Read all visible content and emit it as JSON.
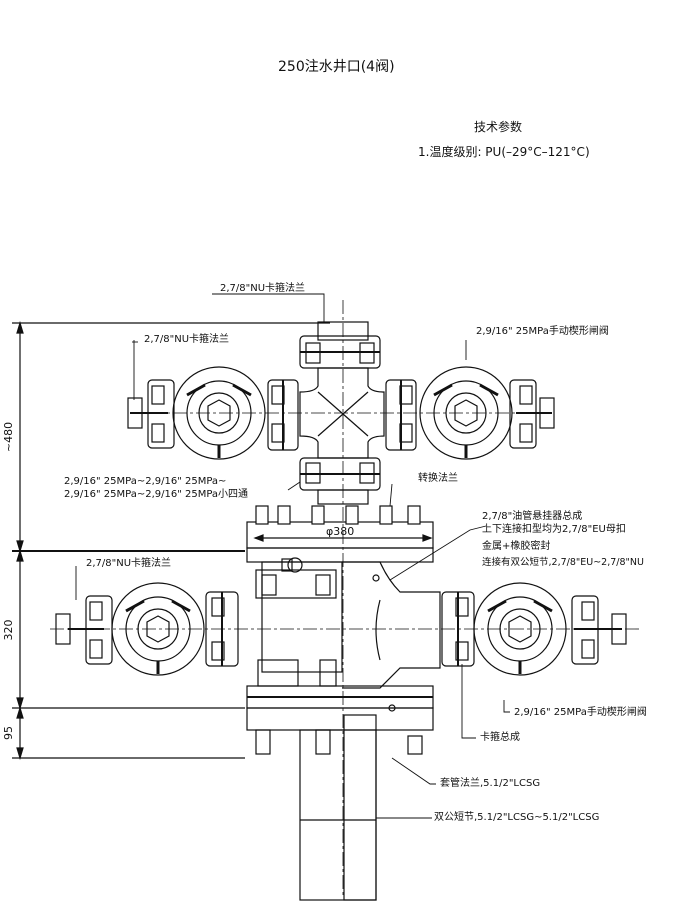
{
  "title": "250注水井口(4阀)",
  "specs": {
    "heading": "技术参数",
    "line1": "1.温度级别: PU(–29°C–121°C)"
  },
  "labels": {
    "top_clamp_flange": "2,7/8\"NU卡箍法兰",
    "left_upper_clamp_flange": "2,7/8\"NU卡箍法兰",
    "right_upper_gate_valve": "2,9/16\" 25MPa手动楔形闸阀",
    "cross_line1": "2,9/16\" 25MPa~2,9/16\" 25MPa~",
    "cross_line2": "2,9/16\" 25MPa~2,9/16\" 25MPa小四通",
    "adapter_flange": "转换法兰",
    "hanger_line1": "2,7/8\"油管悬挂器总成",
    "hanger_line2": "上下连接扣型均为2,7/8\"EU母扣",
    "hanger_line3": "金属+橡胶密封",
    "hanger_line4": "连接有双公短节,2,7/8\"EU~2,7/8\"NU",
    "left_lower_clamp_flange": "2,7/8\"NU卡箍法兰",
    "right_lower_gate_valve": "2,9/16\" 25MPa手动楔形闸阀",
    "clamp_assembly": "卡箍总成",
    "casing_flange": "套管法兰,5.1/2\"LCSG",
    "double_pin_sub": "双公短节,5.1/2\"LCSG~5.1/2\"LCSG"
  },
  "dimensions": {
    "upper_height": "~480",
    "middle_height": "320",
    "lower_height": "95",
    "flange_diameter": "φ380"
  }
}
